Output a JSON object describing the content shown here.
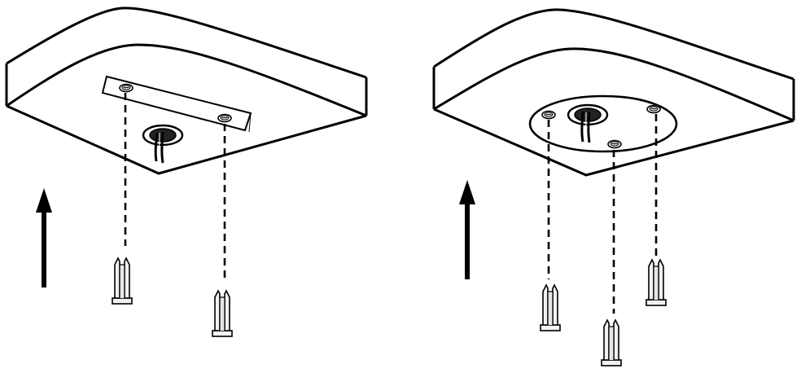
{
  "diagram": {
    "panels": [
      {
        "id": "strip-bracket-install",
        "bracket": "mounting-strip",
        "screw_count": 2,
        "anchor_count": 2,
        "arrow": "up"
      },
      {
        "id": "ring-bracket-install",
        "bracket": "mounting-ring",
        "screw_count": 3,
        "anchor_count": 3,
        "arrow": "up"
      }
    ],
    "colors": {
      "line": "#000000",
      "background": "#ffffff",
      "anchor_fill": "#f2f2f2"
    }
  }
}
